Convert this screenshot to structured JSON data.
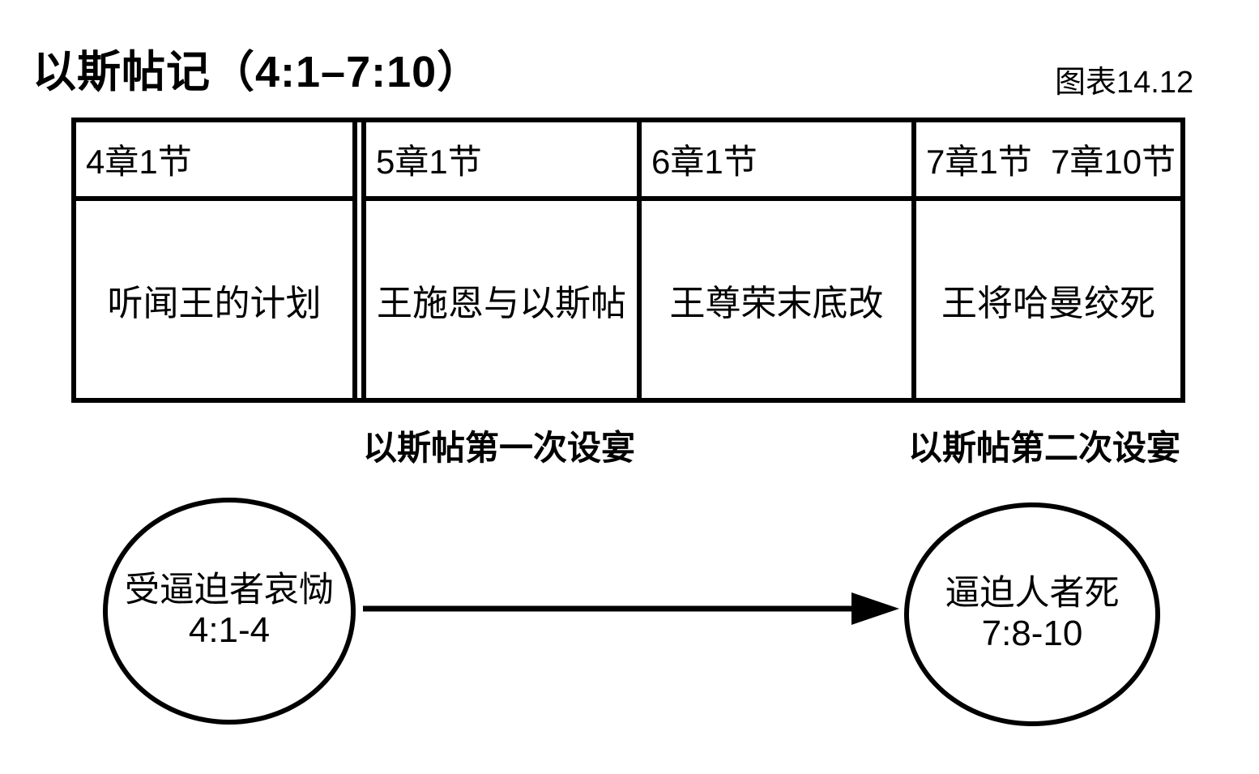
{
  "page": {
    "title": "以斯帖记（4:1–7:10）",
    "figure_label": "图表14.12"
  },
  "table": {
    "columns": [
      {
        "header": "4章1节",
        "body": "听闻王的计划"
      },
      {
        "header": "5章1节",
        "body": "王施恩与以斯帖"
      },
      {
        "header": "6章1节",
        "body": "王尊荣末底改"
      },
      {
        "header": "7章1节  7章10节",
        "body": "王将哈曼绞死"
      }
    ]
  },
  "captions": {
    "first_banquet": "以斯帖第一次设宴",
    "second_banquet": "以斯帖第二次设宴"
  },
  "flow": {
    "start_circle": {
      "label": "受逼迫者哀恸",
      "reference": "4:1-4"
    },
    "end_circle": {
      "label": "逼迫人者死",
      "reference": "7:8-10"
    },
    "arrow_direction": "right"
  },
  "colors": {
    "ink": "#000000",
    "background": "#ffffff"
  }
}
